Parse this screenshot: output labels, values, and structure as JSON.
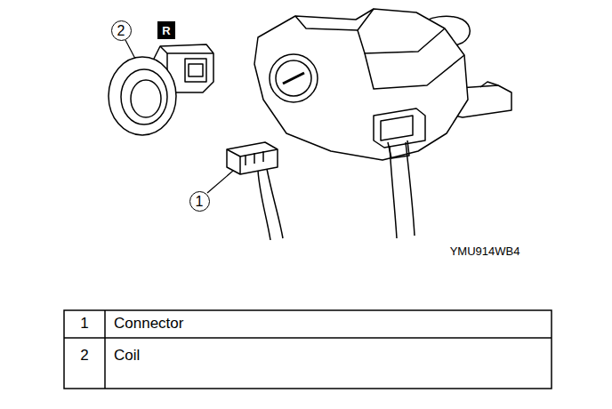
{
  "diagram": {
    "nodes": [
      {
        "text": [
          "R"
        ]
      }
    ],
    "labels": [
      "2",
      "1",
      "YMU914WB4",
      "1",
      "Connector",
      "2",
      "Coil"
    ]
  }
}
